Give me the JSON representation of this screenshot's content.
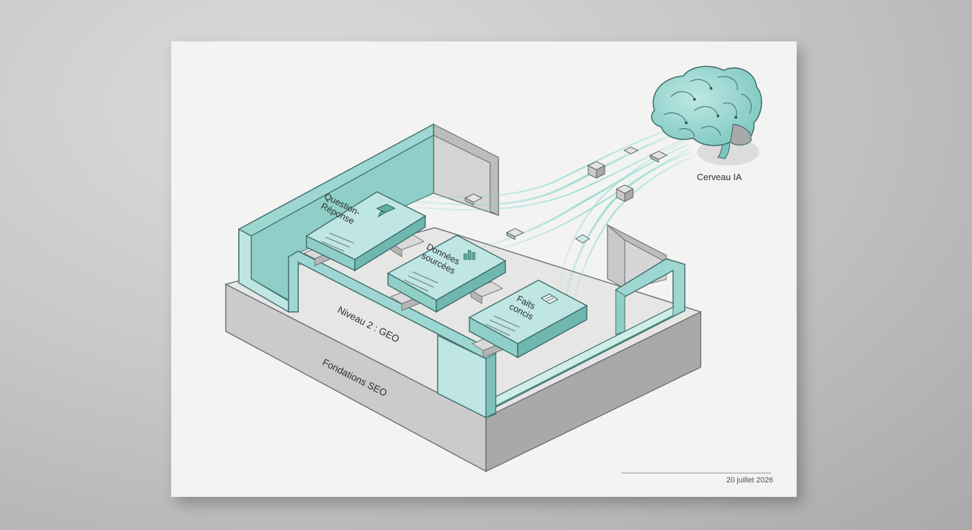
{
  "labels": {
    "brain": "Cerveau IA",
    "level2": "Niveau 2 : GEO",
    "foundation": "Fondations SEO",
    "card1": "Question-\nRéponse",
    "card2": "Données\nsourcées",
    "card3": "Faits\nconcis",
    "date": "20 juillet 2026"
  },
  "colors": {
    "teal": "#9ed7d1",
    "teal_dark": "#3f8a86",
    "grey_wall": "#cfcfcf",
    "grey_dark": "#a7a7a7",
    "paper": "#f3f3f2"
  }
}
